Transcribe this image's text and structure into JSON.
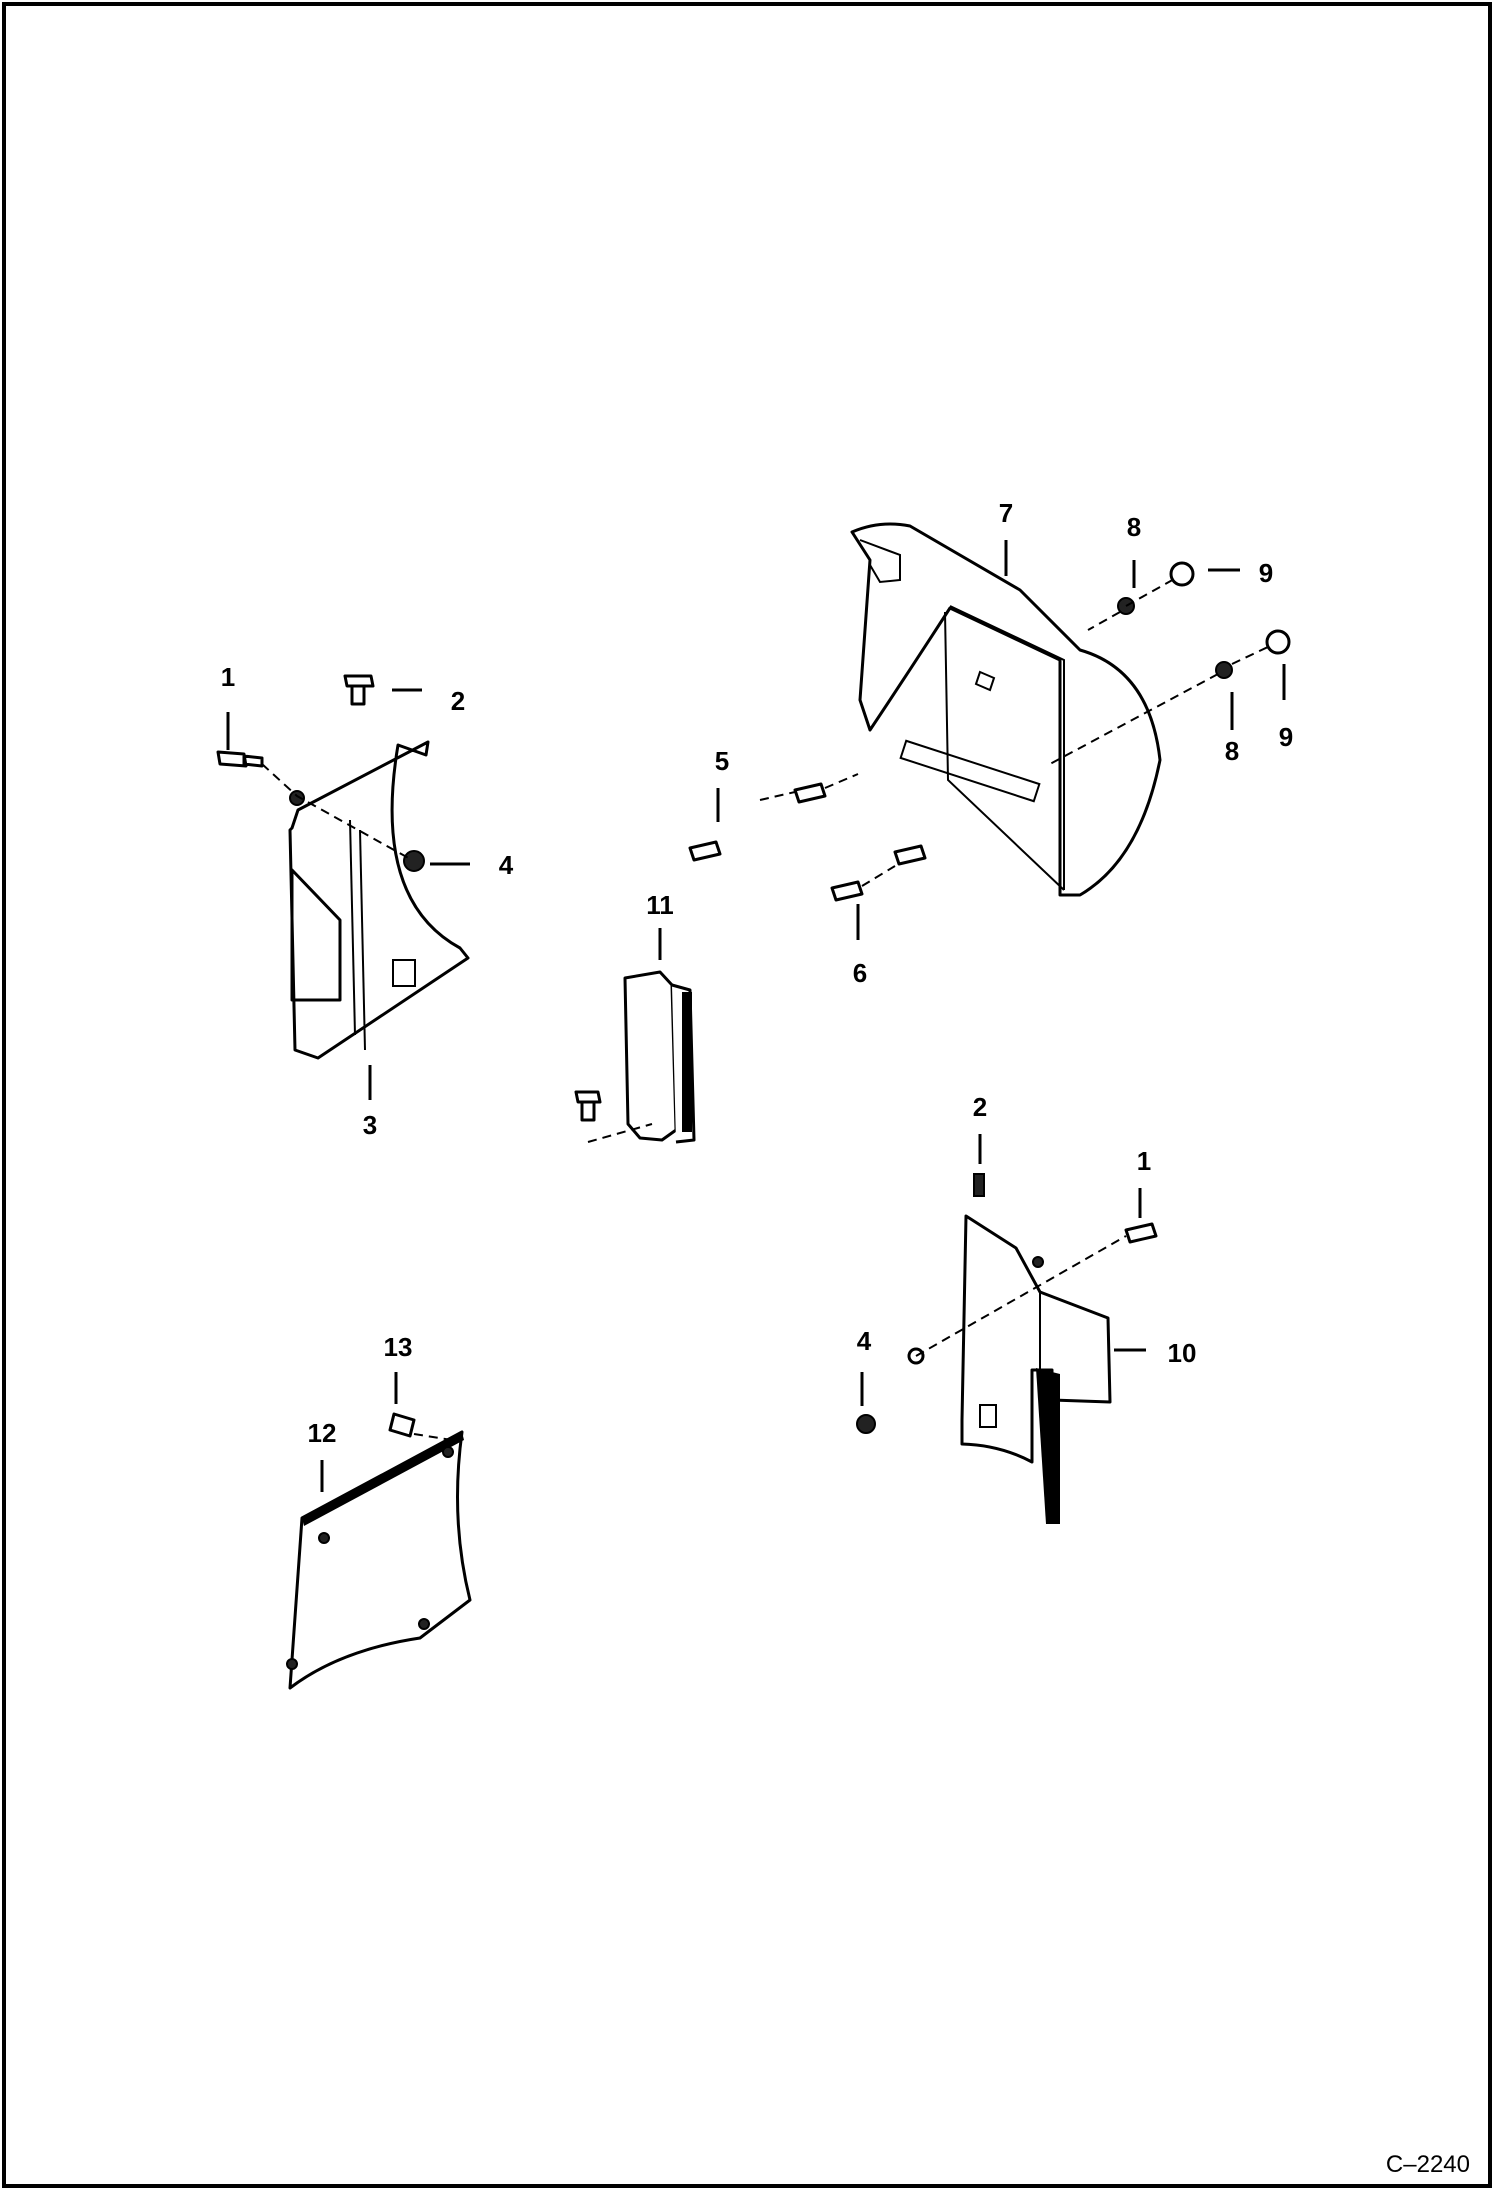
{
  "figure_id": "C–2240",
  "callouts": {
    "c1_left": "1",
    "c2_left": "2",
    "c3": "3",
    "c4_left": "4",
    "c5": "5",
    "c6": "6",
    "c7": "7",
    "c8_top": "8",
    "c9_top": "9",
    "c8_right": "8",
    "c9_right": "9",
    "c11": "11",
    "c2_right": "2",
    "c1_right": "1",
    "c4_right": "4",
    "c10": "10",
    "c13": "13",
    "c12": "12"
  }
}
